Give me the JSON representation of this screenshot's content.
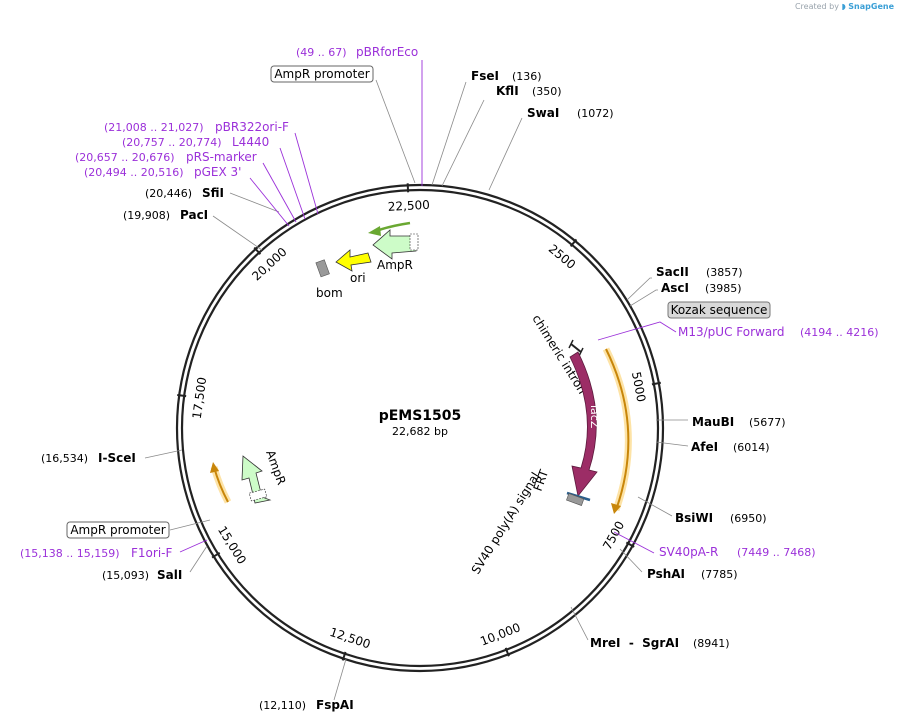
{
  "branding": {
    "prefix": "Created by",
    "name": "SnapGene"
  },
  "plasmid": {
    "name": "pEMS1505",
    "length_text": "22,682 bp",
    "length_bp": 22682
  },
  "ticks": [
    {
      "label": "2500",
      "bp": 2500
    },
    {
      "label": "5000",
      "bp": 5000
    },
    {
      "label": "7500",
      "bp": 7500
    },
    {
      "label": "10,000",
      "bp": 10000
    },
    {
      "label": "12,500",
      "bp": 12500
    },
    {
      "label": "15,000",
      "bp": 15000
    },
    {
      "label": "17,500",
      "bp": 17500
    },
    {
      "label": "20,000",
      "bp": 20000
    },
    {
      "label": "22,500",
      "bp": 22500
    }
  ],
  "enzymes": [
    {
      "name": "FseI",
      "pos": "(136)"
    },
    {
      "name": "KflI",
      "pos": "(350)"
    },
    {
      "name": "SwaI",
      "pos": "(1072)"
    },
    {
      "name": "SacII",
      "pos": "(3857)"
    },
    {
      "name": "AscI",
      "pos": "(3985)"
    },
    {
      "name": "MauBI",
      "pos": "(5677)"
    },
    {
      "name": "AfeI",
      "pos": "(6014)"
    },
    {
      "name": "BsiWI",
      "pos": "(6950)"
    },
    {
      "name": "PshAI",
      "pos": "(7785)"
    },
    {
      "name": "MreI  -  SgrAI",
      "pos": "(8941)"
    },
    {
      "name": "FspAI",
      "pos": "(12,110)"
    },
    {
      "name": "SalI",
      "pos": "(15,093)"
    },
    {
      "name": "I-SceI",
      "pos": "(16,534)"
    },
    {
      "name": "PacI",
      "pos": "(19,908)"
    },
    {
      "name": "SfiI",
      "pos": "(20,446)"
    }
  ],
  "primers": [
    {
      "name": "pBRforEco",
      "range": "(49 .. 67)"
    },
    {
      "name": "pBR322ori-F",
      "range": "(21,008 .. 21,027)"
    },
    {
      "name": "L4440",
      "range": "(20,757 .. 20,774)"
    },
    {
      "name": "pRS-marker",
      "range": "(20,657 .. 20,676)"
    },
    {
      "name": "pGEX 3'",
      "range": "(20,494 .. 20,516)"
    },
    {
      "name": "M13/pUC Forward",
      "range": "(4194 .. 4216)"
    },
    {
      "name": "SV40pA-R",
      "range": "(7449 .. 7468)"
    },
    {
      "name": "F1ori-F",
      "range": "(15,138 .. 15,159)"
    }
  ],
  "boxed_labels": [
    {
      "id": "ampr-promoter-top",
      "text": "AmpR promoter"
    },
    {
      "id": "kozak",
      "text": "Kozak sequence"
    },
    {
      "id": "ampr-promoter-left",
      "text": "AmpR promoter"
    }
  ],
  "features": [
    {
      "id": "bom",
      "text": "bom"
    },
    {
      "id": "ori",
      "text": "ori"
    },
    {
      "id": "ampr-top",
      "text": "AmpR"
    },
    {
      "id": "chimeric-intron",
      "text": "chimeric intron"
    },
    {
      "id": "lacz",
      "text": "lacZ"
    },
    {
      "id": "frt",
      "text": "FRT"
    },
    {
      "id": "sv40",
      "text": "SV40 poly(A) signal"
    },
    {
      "id": "ampr-left",
      "text": "AmpR"
    }
  ],
  "colors": {
    "backbone": "#222222",
    "primer": "#9b30d9",
    "ampr": "#cdfcc8",
    "ori": "#ffff00",
    "lacz": "#9c2d66",
    "bom": "#999999",
    "orf": "#c8860a",
    "orf_glow": "#fde3a6",
    "frt": "#2b5f8c",
    "green_arrow": "#6aa832"
  }
}
